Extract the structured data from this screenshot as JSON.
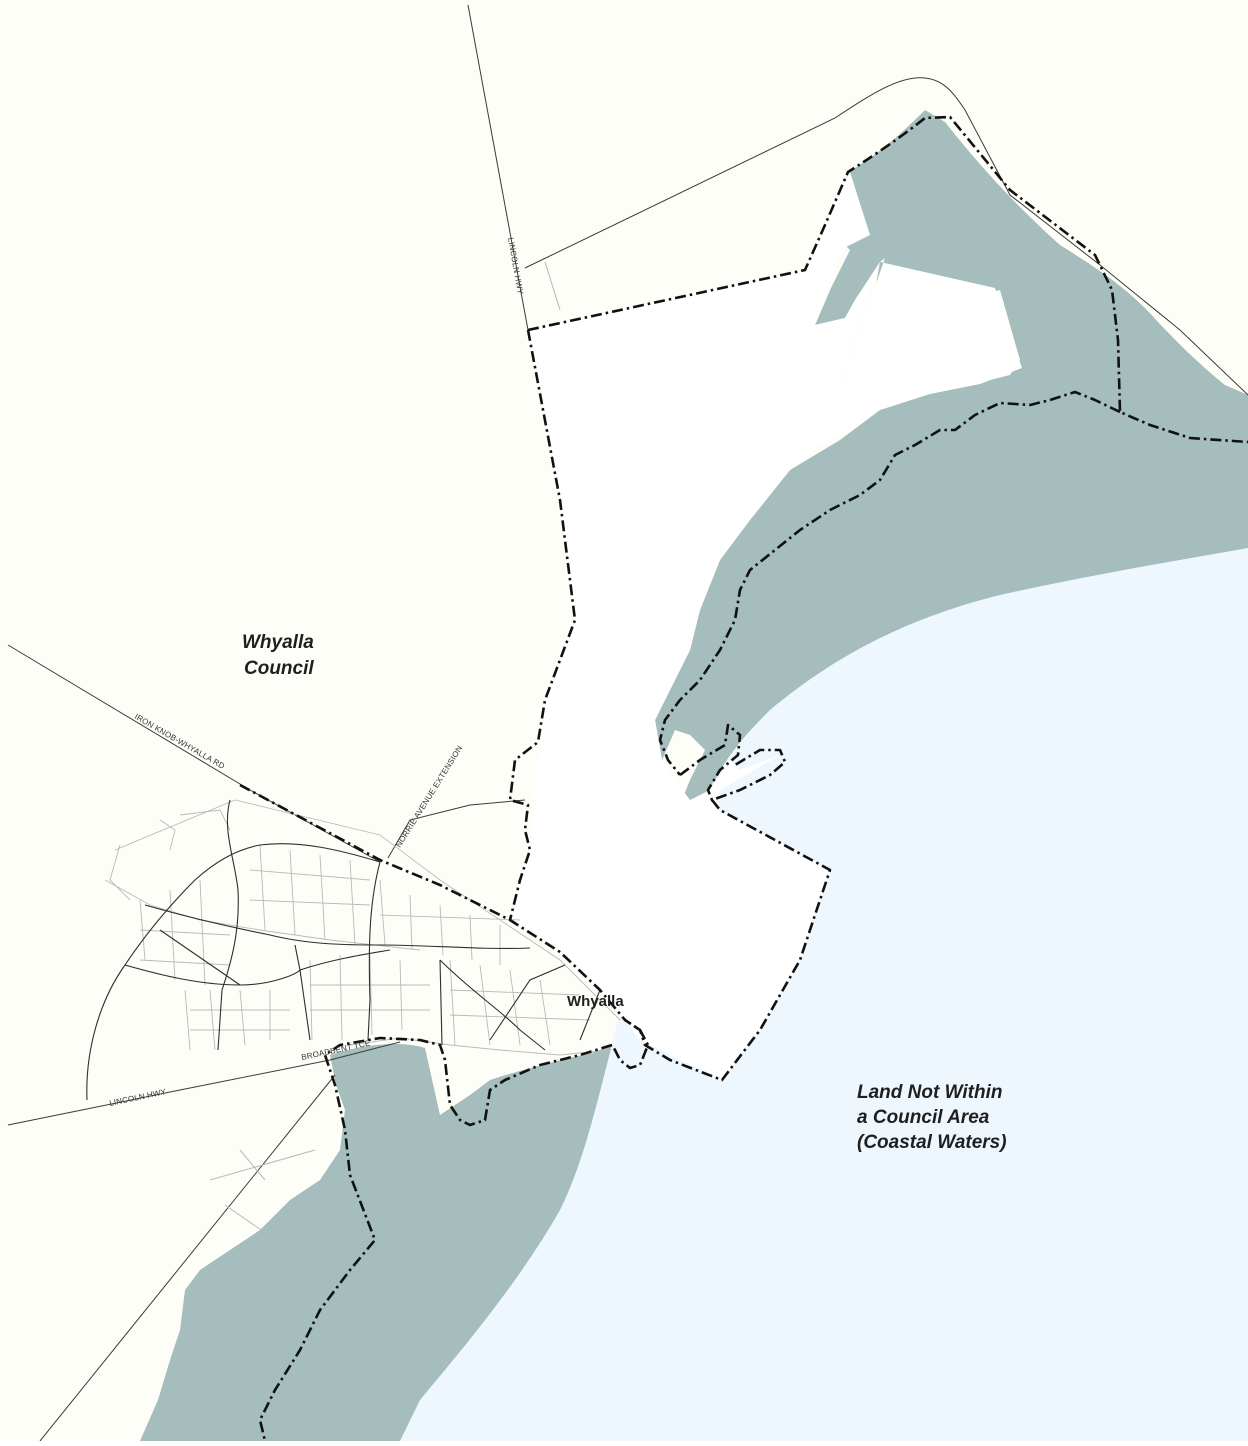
{
  "map": {
    "colors": {
      "land": "#fefef8",
      "sea": "#eff7fe",
      "coastal_flats": "#a5bdbd",
      "unincorporated_land": "#ffffff",
      "boundary": "#111111",
      "roads": "#3a3a3a",
      "streets": "#b9b9b9"
    },
    "areas": {
      "council_line1": "Whyalla",
      "council_line2": "Council",
      "coastal_line1": "Land Not Within",
      "coastal_line2": "a Council Area",
      "coastal_line3": "(Coastal Waters)"
    },
    "town": "Whyalla",
    "roads": {
      "lincoln_hwy_north": "LINCOLN HWY",
      "iron_knob_rd": "IRON KNOB-WHYALLA RD",
      "norrie_ave": "NORRIE AVENUE EXTENSION",
      "broadbent_tce": "BROADBENT TCE",
      "lincoln_hwy_south": "LINCOLN HWY"
    }
  }
}
